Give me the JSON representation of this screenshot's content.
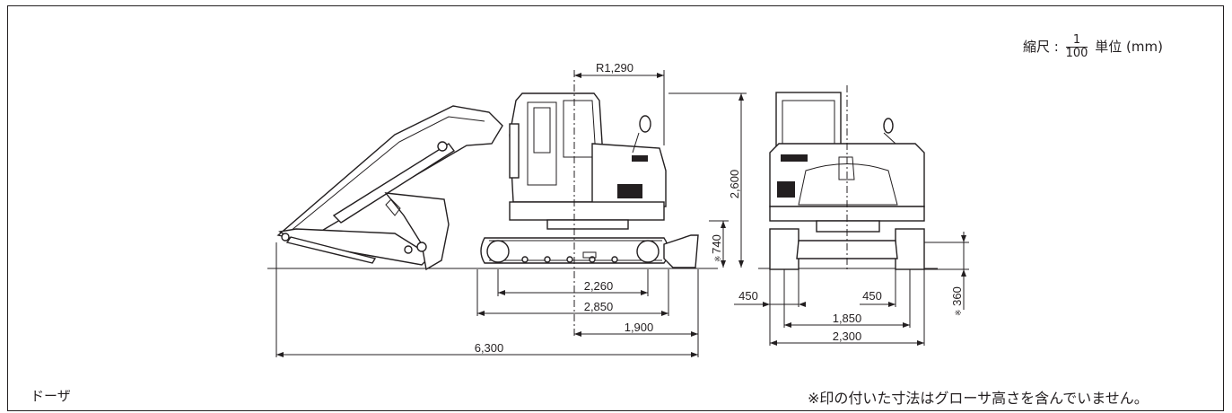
{
  "header": {
    "scale_prefix": "縮尺 :",
    "scale_numerator": "1",
    "scale_denominator": "100",
    "unit_label": "単位 (mm)"
  },
  "dimensions": {
    "tail_radius": "R1,290",
    "overall_height": "2,600",
    "blade_height": "740",
    "blade_note_mark": "※",
    "tumbler_distance": "2,260",
    "crawler_length": "2,850",
    "blade_distance": "1,900",
    "transport_length": "6,300",
    "shoe_width_left": "450",
    "shoe_width_right": "450",
    "track_gauge": "1,850",
    "overall_width": "2,300",
    "ground_clearance": "360",
    "clearance_note_mark": "※"
  },
  "captions": {
    "type_label": "ドーザ",
    "note": "※印の付いた寸法はグローサ高さを含んでいません。"
  }
}
